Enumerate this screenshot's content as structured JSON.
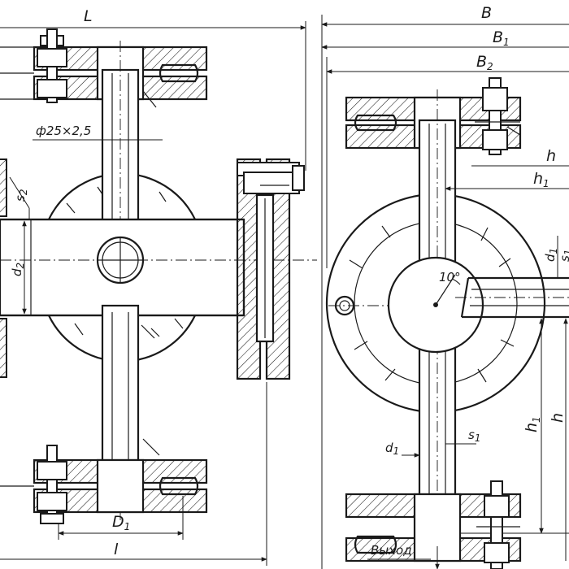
{
  "labels": {
    "L": "L",
    "l": "l",
    "B": "B",
    "B1": "B",
    "B1_sub": "1",
    "B2": "B",
    "B2_sub": "2",
    "pipe_size": "ф25×2,5",
    "s2": "s",
    "s2_sub": "2",
    "d2": "d",
    "d2_sub": "2",
    "D1": "D",
    "D1_sub": "1",
    "h": "h",
    "h1": "h",
    "h1_sub": "1",
    "h_side": "h",
    "h1_side": "h",
    "h1_side_sub": "1",
    "d1": "d",
    "d1_sub": "1",
    "s1": "s",
    "s1_sub": "1",
    "d1_bottom": "d",
    "d1_bottom_sub": "1",
    "s1_bottom": "s",
    "s1_bottom_sub": "1",
    "angle": "10°",
    "outlet": "Выход"
  }
}
